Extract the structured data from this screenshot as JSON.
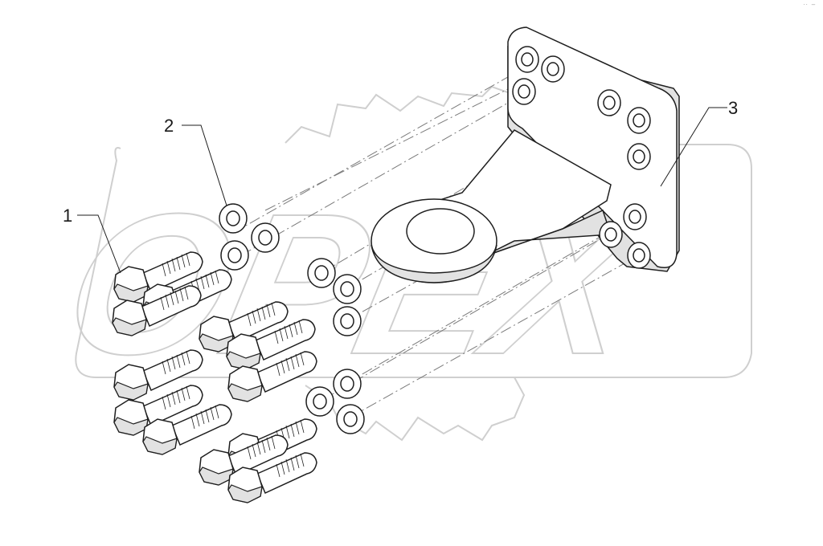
{
  "diagram": {
    "callouts": [
      {
        "id": "1",
        "label": "1"
      },
      {
        "id": "2",
        "label": "2"
      },
      {
        "id": "3",
        "label": "3"
      }
    ],
    "watermark": {
      "name": "opex-logo-watermark",
      "text": "OPEX"
    },
    "corner_mark": "·· −"
  },
  "colors": {
    "line": "#1e1e1e",
    "part_fill": "#ffffff",
    "part_shade": "#e2e2e2",
    "watermark": "#cfcfcf",
    "dash": "#7a7a7a"
  }
}
